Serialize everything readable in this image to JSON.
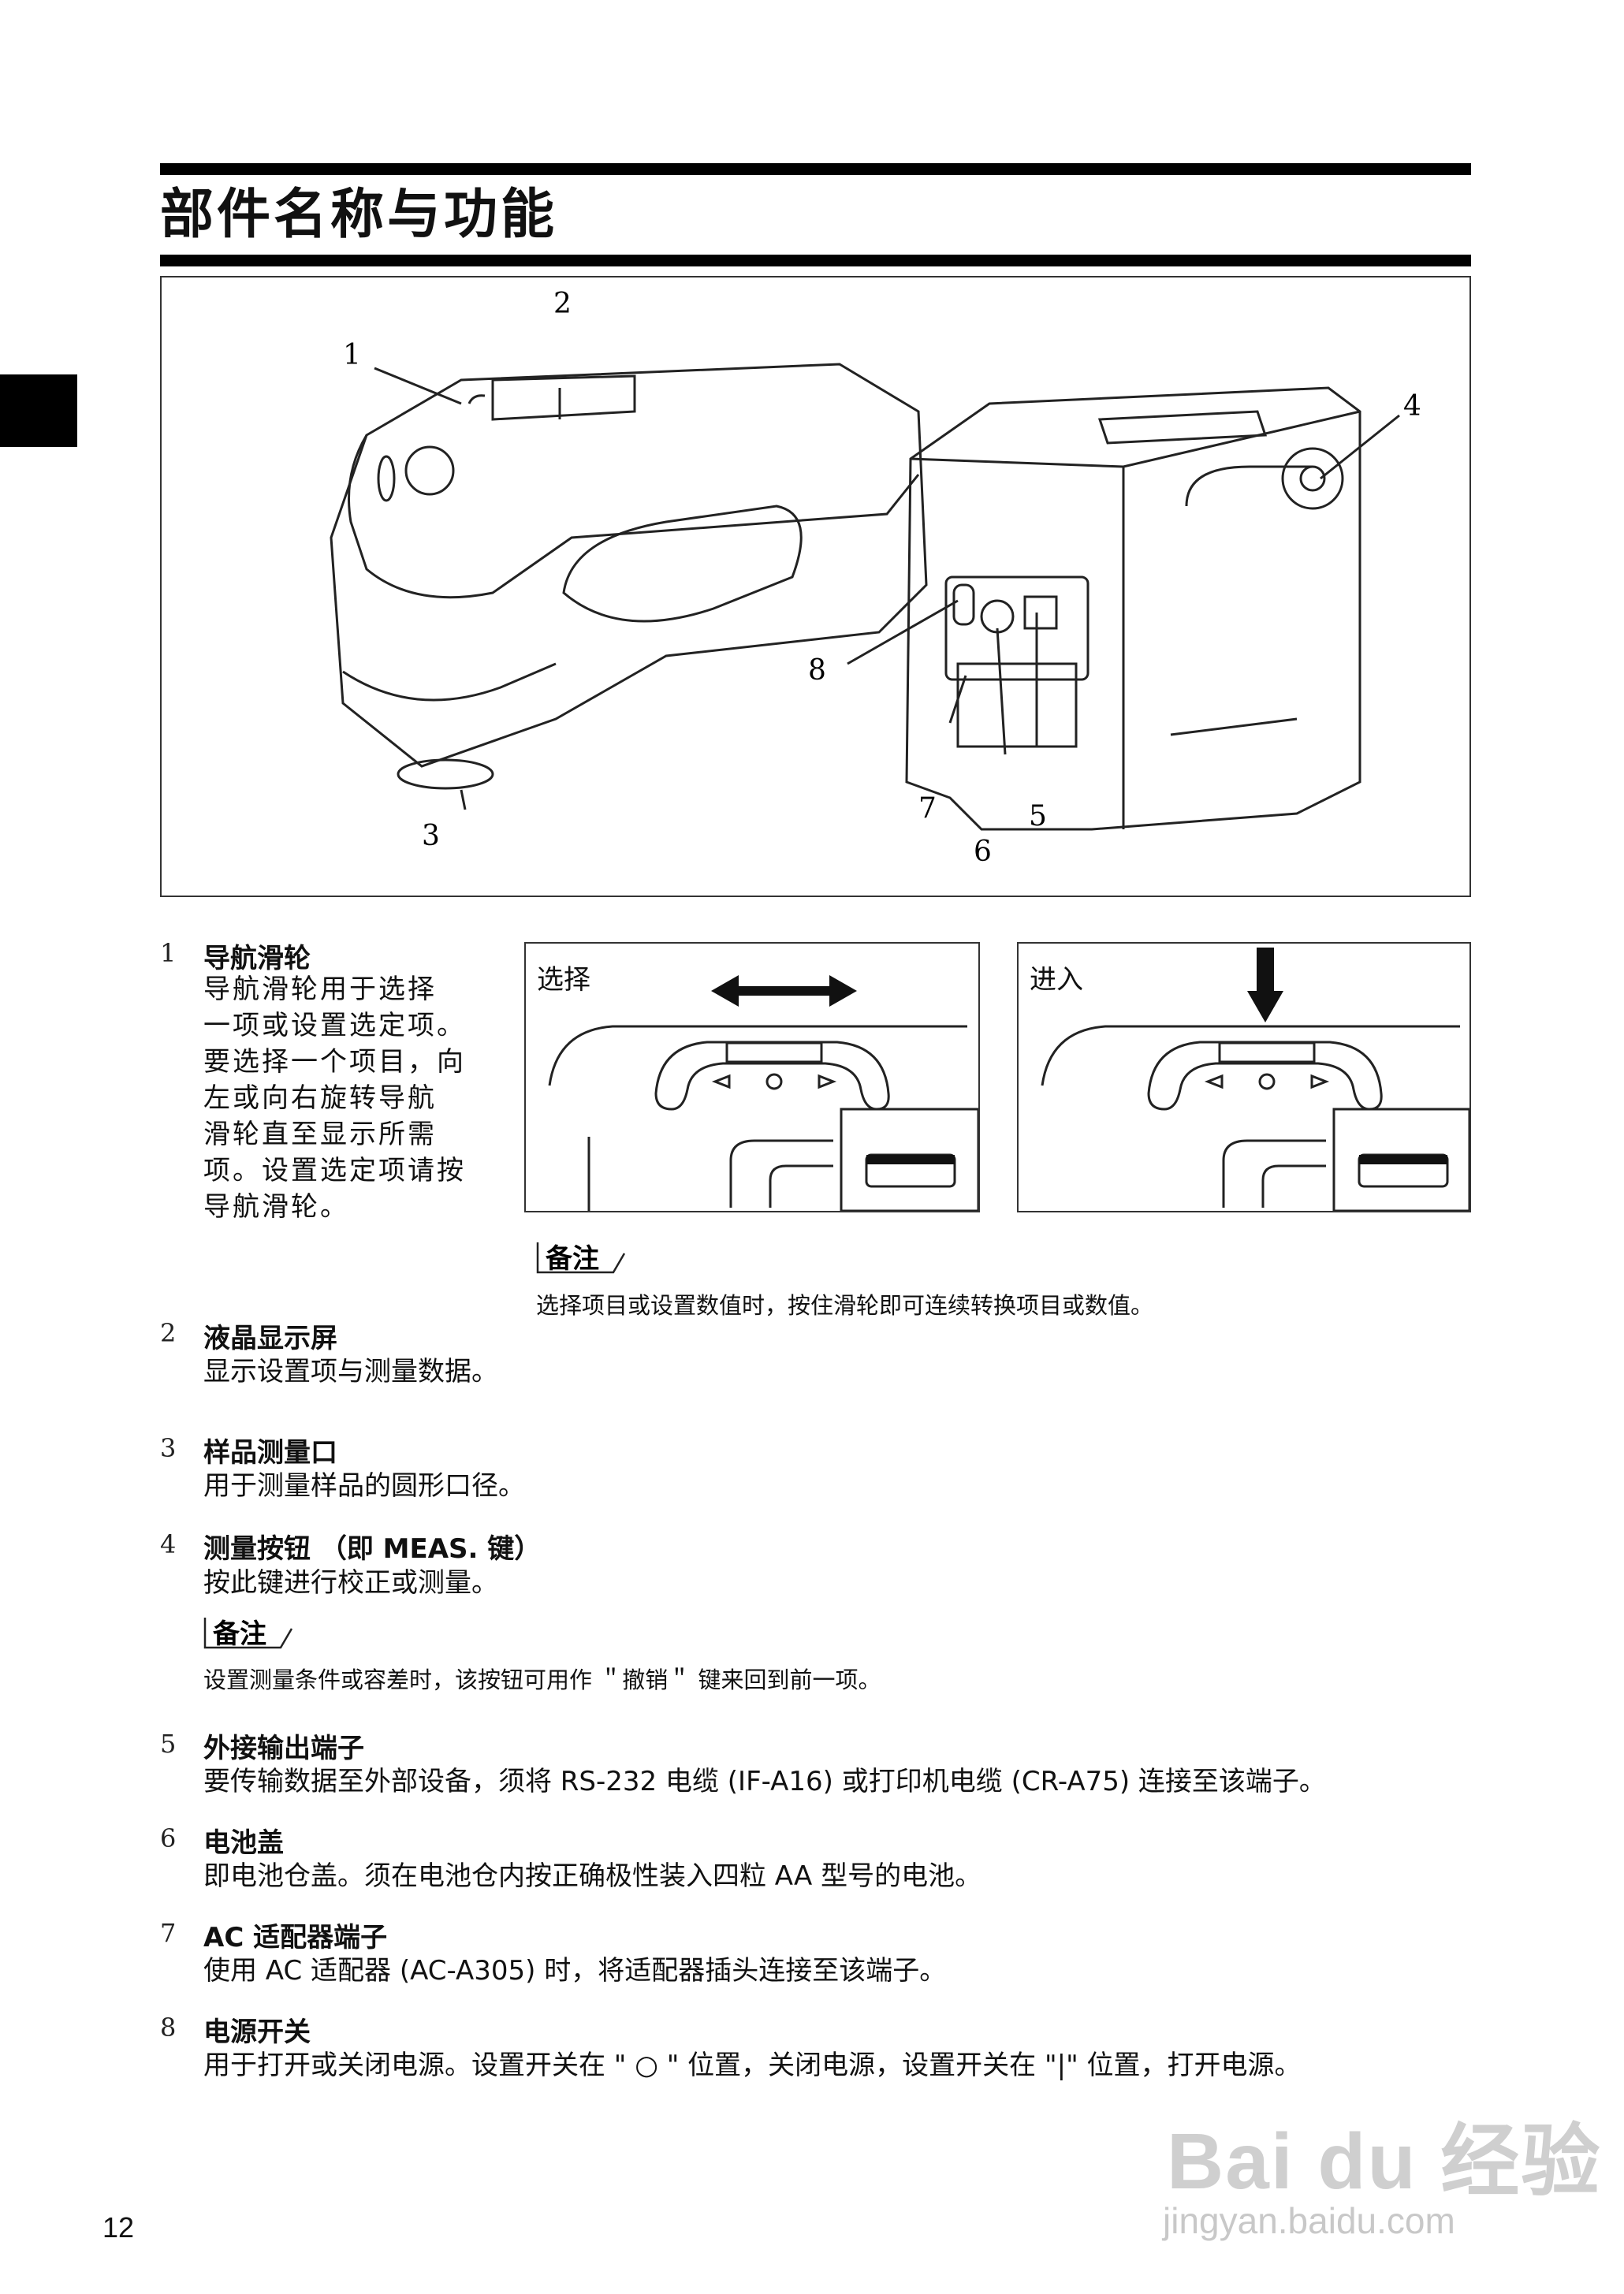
{
  "title": "部件名称与功能",
  "figure_callouts": [
    "1",
    "2",
    "3",
    "4",
    "5",
    "6",
    "7",
    "8"
  ],
  "items": [
    {
      "num": "1",
      "heading": "导航滑轮",
      "lines": [
        "导航滑轮用于选择",
        "一项或设置选定项。",
        "要选择一个项目，向",
        "左或向右旋转导航",
        "滑轮直至显示所需",
        "项。设置选定项请按",
        "导航滑轮。"
      ]
    },
    {
      "num": "2",
      "heading": "液晶显示屏",
      "lines": [
        "显示设置项与测量数据。"
      ]
    },
    {
      "num": "3",
      "heading": "样品测量口",
      "lines": [
        "用于测量样品的圆形口径。"
      ]
    },
    {
      "num": "4",
      "heading": "测量按钮 （即 MEAS. 键）",
      "lines": [
        "按此键进行校正或测量。"
      ]
    },
    {
      "num": "5",
      "heading": "外接输出端子",
      "lines": [
        "要传输数据至外部设备，须将 RS-232 电缆 (IF-A16) 或打印机电缆 (CR-A75) 连接至该端子。"
      ]
    },
    {
      "num": "6",
      "heading": "电池盖",
      "lines": [
        "即电池仓盖。须在电池仓内按正确极性装入四粒 AA 型号的电池。"
      ]
    },
    {
      "num": "7",
      "heading": "AC 适配器端子",
      "lines": [
        "使用 AC 适配器 (AC-A305) 时，将适配器插头连接至该端子。"
      ]
    },
    {
      "num": "8",
      "heading": "电源开关",
      "lines": [
        "用于打开或关闭电源。设置开关在 \" ○ \" 位置，关闭电源，设置开关在 \"|\" 位置，打开电源。"
      ]
    }
  ],
  "panels": {
    "select_label": "选择",
    "enter_label": "进入"
  },
  "notes": {
    "icon_label": "备注",
    "note1": "选择项目或设置数值时，按住滑轮即可连续转换项目或数值。",
    "note2": "设置测量条件或容差时，该按钮可用作 ＂撤销＂ 键来回到前一项。"
  },
  "page_number": "12",
  "watermark": {
    "logo": "Bai du 经验",
    "url": "jingyan.baidu.com"
  }
}
